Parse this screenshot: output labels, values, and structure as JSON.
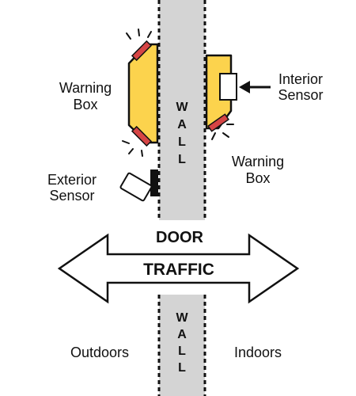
{
  "labels": {
    "warning_box_left": [
      "Warning",
      "Box"
    ],
    "warning_box_right": [
      "Warning",
      "Box"
    ],
    "interior_sensor": [
      "Interior",
      "Sensor"
    ],
    "exterior_sensor": [
      "Exterior",
      "Sensor"
    ],
    "wall_top": [
      "W",
      "A",
      "L",
      "L"
    ],
    "wall_bottom": [
      "W",
      "A",
      "L",
      "L"
    ],
    "door": "DOOR",
    "traffic": "TRAFFIC",
    "outdoors": "Outdoors",
    "indoors": "Indoors"
  },
  "colors": {
    "wall_fill": "#d4d4d4",
    "warning_box_fill": "#fcd34d",
    "warning_light": "#d64545",
    "sensor_fill": "#ffffff",
    "outline": "#111111"
  }
}
